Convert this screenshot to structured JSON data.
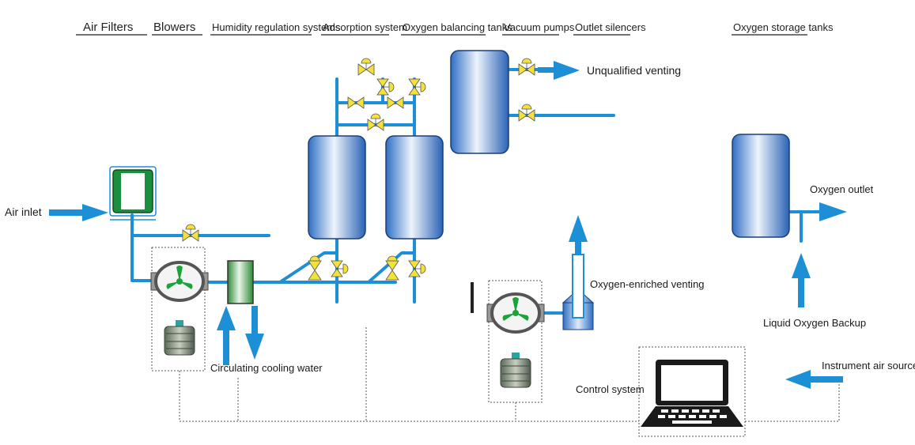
{
  "headers": {
    "air_filters": "Air Filters",
    "blowers": "Blowers",
    "humidity": "Humidity regulation systems",
    "adsorption": "Adsorption system",
    "balancing": "Oxygen balancing tanks",
    "vacuum": "Vacuum pumps",
    "silencers": "Outlet silencers",
    "storage": "Oxygen storage tanks"
  },
  "labels": {
    "air_inlet": "Air inlet",
    "unqualified_venting": "Unqualified venting",
    "oxygen_outlet": "Oxygen outlet",
    "oxygen_enriched_venting": "Oxygen-enriched venting",
    "circulating_cooling_water": "Circulating cooling water",
    "liquid_oxygen_backup": "Liquid Oxygen Backup",
    "instrument_air_source": "Instrument air source",
    "control_system": "Control system"
  },
  "colors": {
    "pipe": "#1d8fd6",
    "valve": "#f4e23a",
    "impeller": "#1aa33a",
    "filter": "#1c8f3e"
  }
}
